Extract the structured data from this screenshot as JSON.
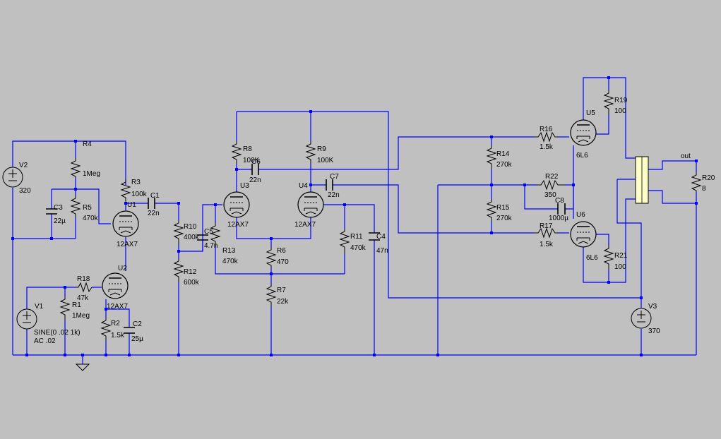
{
  "components": [
    {
      "id": "v2",
      "ref": "V2",
      "value": "320"
    },
    {
      "id": "v1",
      "ref": "V1",
      "value": "SINE(0 .02 1k)",
      "value2": "AC .02"
    },
    {
      "id": "v3",
      "ref": "V3",
      "value": "370"
    },
    {
      "id": "r4",
      "ref": "R4",
      "value": "1Meg"
    },
    {
      "id": "r5",
      "ref": "R5",
      "value": "470k"
    },
    {
      "id": "r3",
      "ref": "R3",
      "value": "100k"
    },
    {
      "id": "r18",
      "ref": "R18",
      "value": "47k"
    },
    {
      "id": "r1",
      "ref": "R1",
      "value": "1Meg"
    },
    {
      "id": "r2",
      "ref": "R2",
      "value": "1.5k"
    },
    {
      "id": "r10",
      "ref": "R10",
      "value": "400k"
    },
    {
      "id": "r12",
      "ref": "R12",
      "value": "600k"
    },
    {
      "id": "r8",
      "ref": "R8",
      "value": "100K"
    },
    {
      "id": "r9",
      "ref": "R9",
      "value": "100K"
    },
    {
      "id": "r13",
      "ref": "R13",
      "value": "470k"
    },
    {
      "id": "r6",
      "ref": "R6",
      "value": "470"
    },
    {
      "id": "r7",
      "ref": "R7",
      "value": "22k"
    },
    {
      "id": "r11",
      "ref": "R11",
      "value": "470k"
    },
    {
      "id": "r14",
      "ref": "R14",
      "value": "270k"
    },
    {
      "id": "r15",
      "ref": "R15",
      "value": "270k"
    },
    {
      "id": "r16",
      "ref": "R16",
      "value": "1.5k"
    },
    {
      "id": "r17",
      "ref": "R17",
      "value": "1.5k"
    },
    {
      "id": "r22",
      "ref": "R22",
      "value": "350"
    },
    {
      "id": "r19",
      "ref": "R19",
      "value": "100"
    },
    {
      "id": "r21",
      "ref": "R21",
      "value": "100"
    },
    {
      "id": "r20",
      "ref": "R20",
      "value": "8"
    },
    {
      "id": "c3",
      "ref": "C3",
      "value": "22µ"
    },
    {
      "id": "c1",
      "ref": "C1",
      "value": "22n"
    },
    {
      "id": "c2",
      "ref": "C2",
      "value": "25µ"
    },
    {
      "id": "c5",
      "ref": "C5",
      "value": "4.7n"
    },
    {
      "id": "c6",
      "ref": "C6",
      "value": "22n"
    },
    {
      "id": "c7",
      "ref": "C7",
      "value": "22n"
    },
    {
      "id": "c4",
      "ref": "C4",
      "value": "47n"
    },
    {
      "id": "c8",
      "ref": "C8",
      "value": "1000µ"
    },
    {
      "id": "u1",
      "ref": "U1",
      "value": "12AX7"
    },
    {
      "id": "u2",
      "ref": "U2",
      "value": "12AX7"
    },
    {
      "id": "u3",
      "ref": "U3",
      "value": "12AX7"
    },
    {
      "id": "u4",
      "ref": "U4",
      "value": "12AX7"
    },
    {
      "id": "u5",
      "ref": "U5",
      "value": "6L6"
    },
    {
      "id": "u6",
      "ref": "U6",
      "value": "6L6"
    }
  ],
  "net_label_out": "out"
}
